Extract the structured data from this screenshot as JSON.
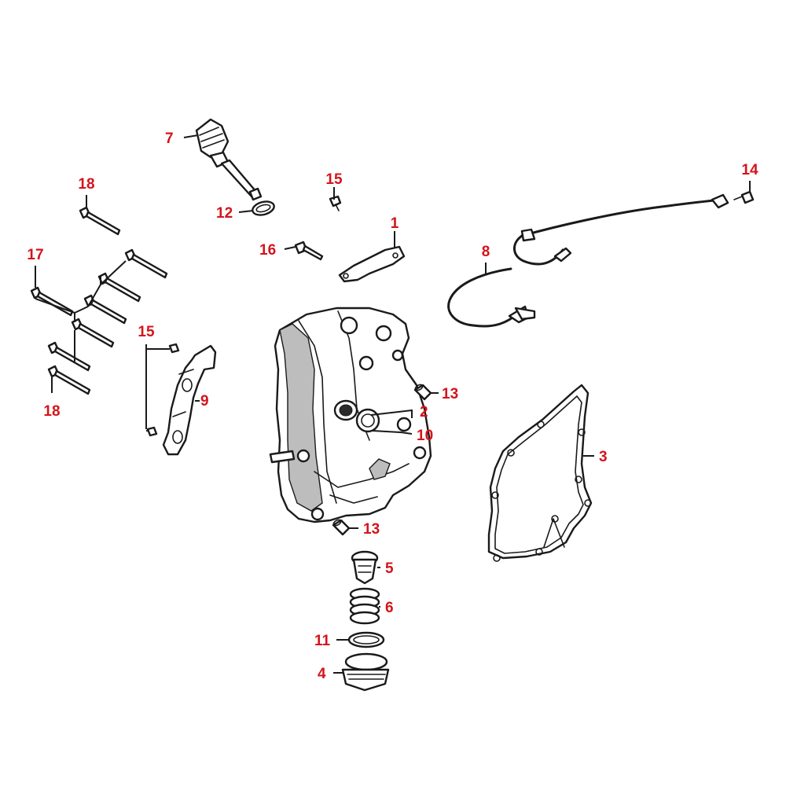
{
  "callouts": {
    "c1": "1",
    "c2": "2",
    "c3": "3",
    "c4": "4",
    "c5": "5",
    "c6": "6",
    "c7": "7",
    "c8": "8",
    "c9": "9",
    "c10": "10",
    "c11": "11",
    "c12": "12",
    "c13a": "13",
    "c13b": "13",
    "c14": "14",
    "c15a": "15",
    "c15b": "15",
    "c16": "16",
    "c17": "17",
    "c18a": "18",
    "c18b": "18"
  }
}
